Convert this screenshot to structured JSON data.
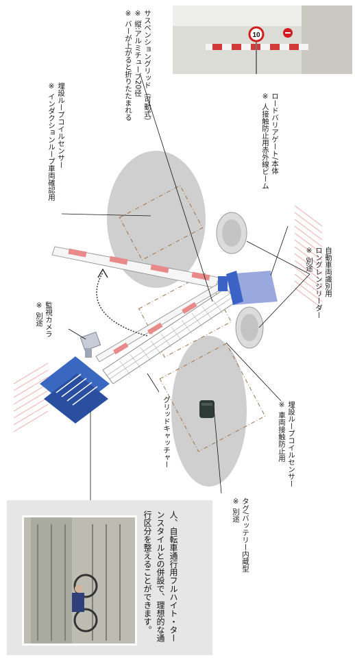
{
  "labels": {
    "camera": {
      "line1": "監視カメラ",
      "line2": "※ 別途"
    },
    "loop_confirm": {
      "line1": "埋設ループコイルセンサー",
      "line2": "※ インダクションループ車両確認用"
    },
    "suspension": {
      "line1": "サスペンショングリッド（可動式）",
      "line2": "※ 縦:アルミチューブ20径",
      "line3": "※ バーが上がると折りたたまれる"
    },
    "barrier": {
      "line1": "ロードバリアゲート/本体",
      "line2": "※ 人接触防止用赤外線ビーム"
    },
    "reader": {
      "line1": "自動車両識別用",
      "line2": "ロングレンジリーダー",
      "line3": "※ 別途"
    },
    "grid_catcher": {
      "line1": "グリッドキャッチャー"
    },
    "loop_contact": {
      "line1": "埋設ループコイルセンサー",
      "line2": "※ 車両接触防止用"
    },
    "tag": {
      "line1": "タグ/バッテリー内蔵型",
      "line2": "※ 別途"
    }
  },
  "note": {
    "text": "人、自転車通行用フルハイト・ターンスタイルとの併設で、理想的な通行区分を整えることができます。"
  },
  "sign": {
    "speed": "10"
  },
  "colors": {
    "gate_blue": "#2f5fb0",
    "bar_red": "#e8898a",
    "ground_stripe": "#f2a8a8",
    "loop_dash": "#a0724a",
    "shadow_gray": "#cfcfcf"
  }
}
